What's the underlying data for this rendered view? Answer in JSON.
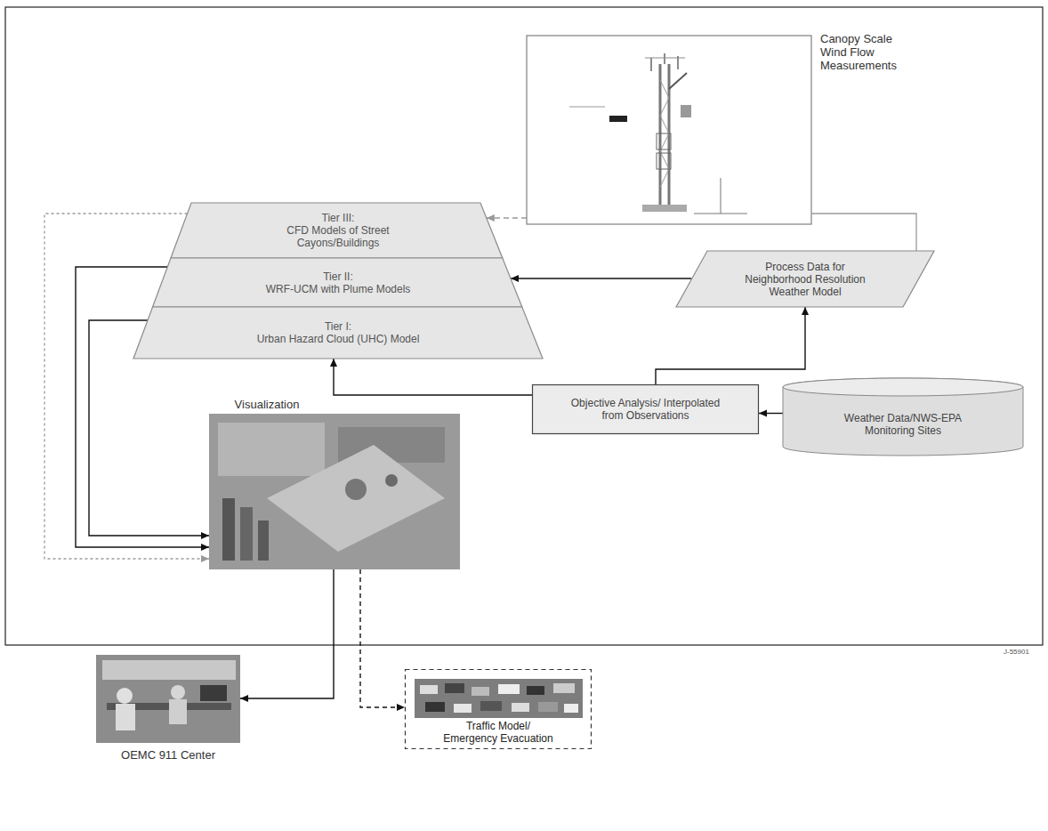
{
  "diagram": {
    "nodes": [
      {
        "text": [
          "Tier III:",
          "CFD Models of Street Cayons/Buildings"
        ]
      },
      {
        "text": [
          "Tier II:",
          "WRF-UCM with Plume Models"
        ]
      },
      {
        "text": [
          "Tier I:",
          "Urban Hazard Cloud (UHC) Model"
        ]
      },
      {
        "text": [
          "Canopy Scale Wind Flow Measurements"
        ]
      },
      {
        "text": [
          "Process Data for Neighborhood Resolution Weather Model"
        ]
      },
      {
        "text": [
          "Objective Analysis/ Interpolated from Observations"
        ]
      },
      {
        "text": [
          "Weather Data/NWS-EPA Monitoring Sites"
        ]
      },
      {
        "text": [
          "Visualization"
        ]
      },
      {
        "text": [
          "OEMC 911 Center"
        ]
      },
      {
        "text": [
          "Traffic Model/ Emergency Evacuation"
        ]
      }
    ],
    "edges": [
      {
        "from": 3,
        "to": 0,
        "arrow": "to"
      },
      {
        "from": 3,
        "to": 4,
        "arrow": "none"
      },
      {
        "from": 4,
        "to": 1,
        "arrow": "to"
      },
      {
        "from": 5,
        "to": 4,
        "arrow": "to"
      },
      {
        "from": 5,
        "to": 2,
        "arrow": "to"
      },
      {
        "from": 6,
        "to": 5,
        "arrow": "to"
      },
      {
        "from": 0,
        "to": 7,
        "arrow": "to"
      },
      {
        "from": 1,
        "to": 7,
        "arrow": "to"
      },
      {
        "from": 2,
        "to": 7,
        "arrow": "to"
      },
      {
        "from": 7,
        "to": 8,
        "arrow": "to"
      },
      {
        "from": 7,
        "to": 9,
        "arrow": "to"
      }
    ],
    "labels": [
      "J-55901"
    ]
  }
}
